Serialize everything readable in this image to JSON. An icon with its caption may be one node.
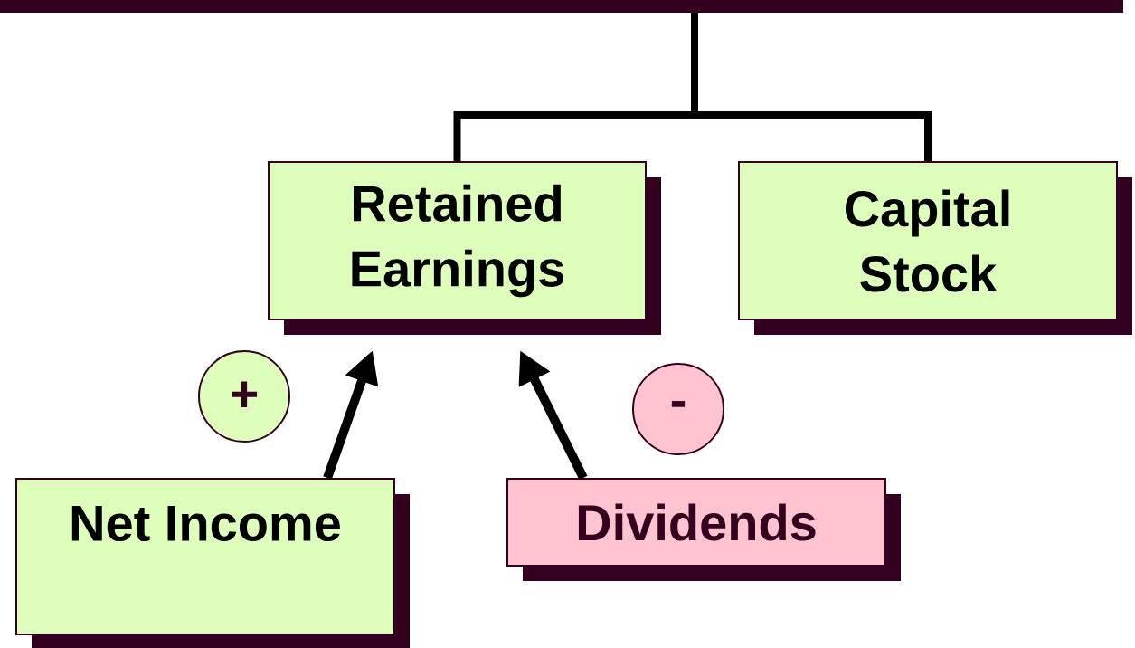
{
  "diagram": {
    "nodes": [
      {
        "text": [],
        "shape": "bar"
      },
      {
        "text": [
          "Retained Earnings"
        ]
      },
      {
        "text": [
          "Capital Stock"
        ]
      },
      {
        "text": [
          "+"
        ]
      },
      {
        "text": [
          "-"
        ]
      },
      {
        "text": [
          "Net Income"
        ]
      },
      {
        "text": [
          "Dividends"
        ]
      }
    ],
    "edges": [
      {
        "from": 0,
        "to": 1,
        "arrow": "none"
      },
      {
        "from": 0,
        "to": 2,
        "arrow": "none"
      },
      {
        "from": 5,
        "to": 1,
        "arrow": "to"
      },
      {
        "from": 6,
        "to": 1,
        "arrow": "to"
      }
    ]
  }
}
